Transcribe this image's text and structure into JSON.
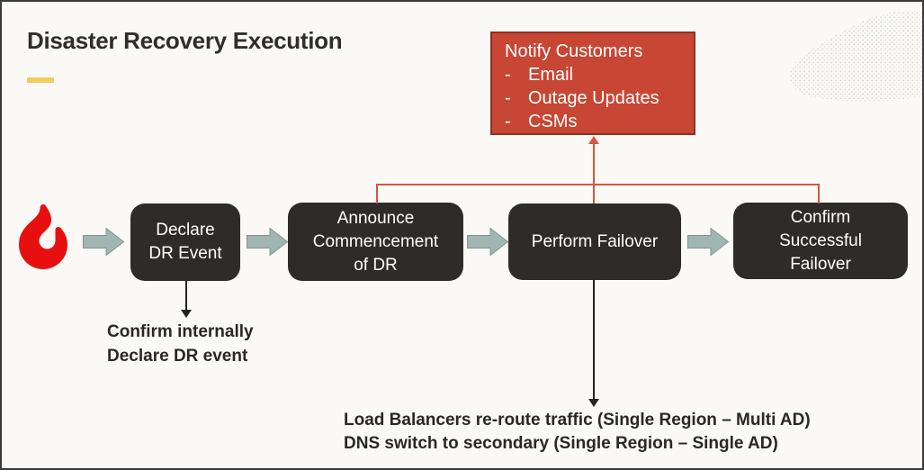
{
  "slide": {
    "title": "Disaster Recovery Execution"
  },
  "notify_box": {
    "title": "Notify Customers",
    "bullet": "-",
    "items": [
      "Email",
      "Outage Updates",
      "CSMs"
    ]
  },
  "flow": {
    "boxes": [
      {
        "label": "Declare\nDR Event"
      },
      {
        "label": "Announce\nCommencement\nof DR"
      },
      {
        "label": "Perform Failover"
      },
      {
        "label": "Confirm\nSuccessful\nFailover"
      }
    ]
  },
  "annotations": {
    "declare_note": "Confirm internally\nDeclare DR event",
    "failover_note": "Load Balancers re-route traffic (Single Region – Multi AD)\nDNS switch to secondary (Single Region – Single AD)"
  },
  "colors": {
    "background": "#faf9f6",
    "accent_red": "#c74634",
    "accent_red_border": "#8e3222",
    "flame_red": "#e80f10",
    "box_dark": "#2f2b29",
    "arrow_teal": "#9fb6b3",
    "highlight_yellow": "#f3cb5e",
    "connector_red": "#d4573e",
    "connector_black": "#262220"
  }
}
